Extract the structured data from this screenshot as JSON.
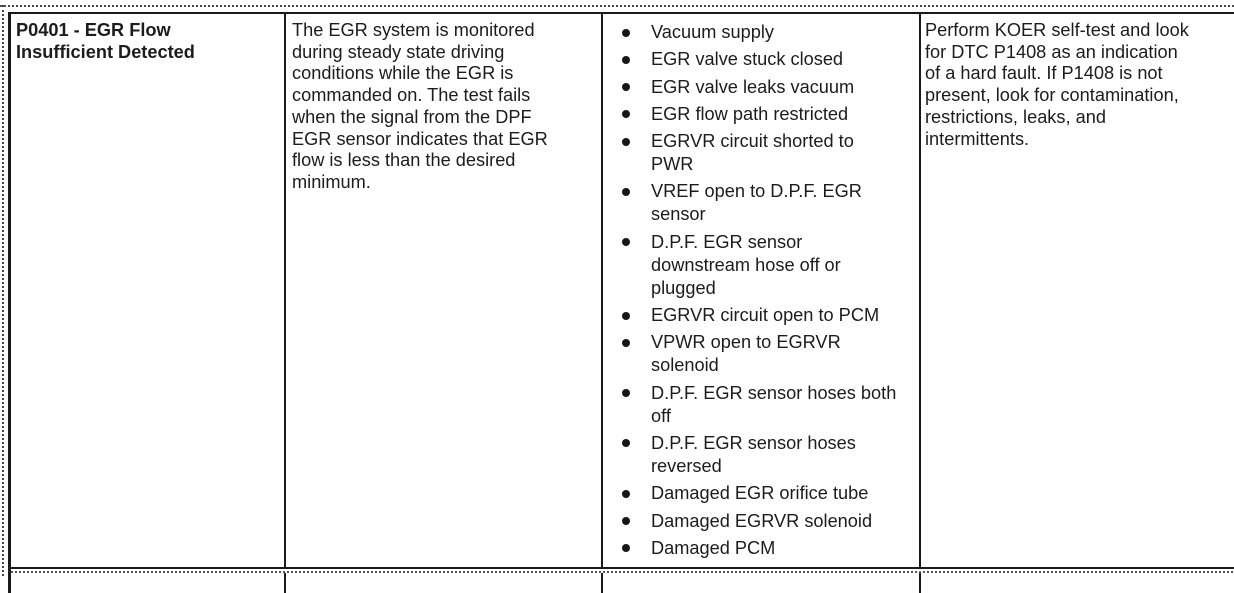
{
  "dtc_table": {
    "row": {
      "code_title": "P0401 - EGR Flow Insufficient Detected",
      "description": "The EGR system is monitored during steady state driving conditions while the EGR is commanded on. The test fails when the signal from the DPF EGR sensor indicates that EGR flow is less than the desired minimum.",
      "possible_causes": [
        "Vacuum supply",
        "EGR valve stuck closed",
        "EGR valve leaks vacuum",
        "EGR flow path restricted",
        "EGRVR circuit shorted to PWR",
        "VREF open to D.P.F. EGR sensor",
        "D.P.F. EGR sensor downstream hose off or plugged",
        "EGRVR circuit open to PCM",
        "VPWR open to EGRVR solenoid",
        "D.P.F. EGR sensor hoses both off",
        "D.P.F. EGR sensor hoses reversed",
        "Damaged EGR orifice tube",
        "Damaged EGRVR solenoid",
        "Damaged PCM"
      ],
      "action": "Perform KOER self-test and look for DTC P1408 as an indication of a hard fault. If P1408 is not present, look for contamination, restrictions, leaks, and intermittents."
    },
    "colors": {
      "border": "#1a1a1a",
      "text": "#1c1c1c",
      "background": "#ffffff"
    }
  }
}
